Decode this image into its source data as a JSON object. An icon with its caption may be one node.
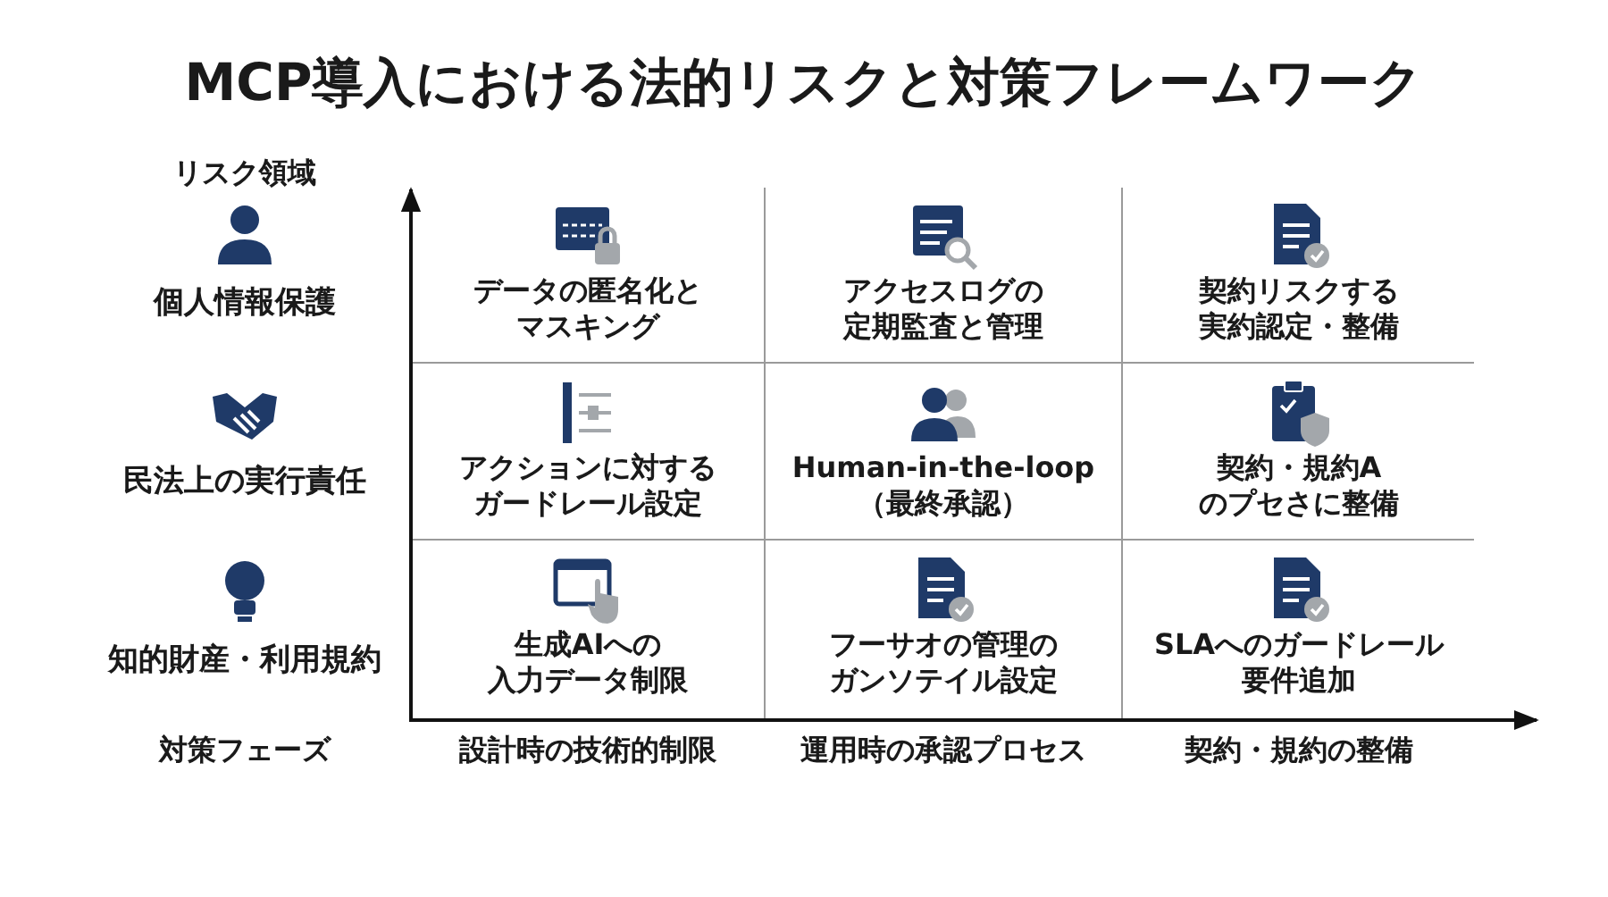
{
  "diagram": {
    "title": "MCP導入における法的リスクと対策フレームワーク",
    "labels": [
      "リスク領域",
      "個人情報保護",
      "データの匿名化とマスキング",
      "アクセスログの定期監査と管理",
      "契約リスクする実約認定・整備",
      "民法上の実行責任",
      "アクションに対するガードレール設定",
      "Human-in-the-loop（最終承認）",
      "契約・規約Aのプセさに整備",
      "知的財産・利用規約",
      "生成AIへの入力データ制限",
      "フーサオの管理のガンソテイル設定",
      "SLAへのガードレール要件追加",
      "対策フェーズ",
      "設計時の技術的制限",
      "運用時の承認プロセス",
      "契約・規約の整備"
    ]
  }
}
